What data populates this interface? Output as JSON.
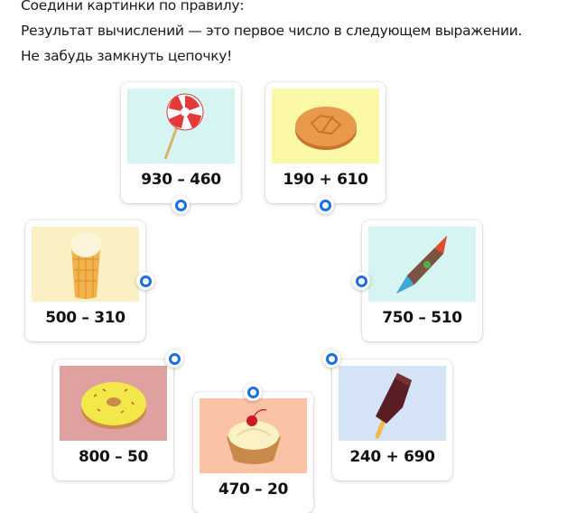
{
  "instructions": {
    "line1": "Соедини картинки по правилу:",
    "line2": "Результат вычислений — это первое число в следующем выражении.",
    "line3": "Не забудь замкнуть цепочку!"
  },
  "accent_color": "#1a6fe0",
  "cards": [
    {
      "id": "lollipop",
      "label": "930 – 460",
      "bg": "#d6f4f1",
      "icon": "lollipop-icon"
    },
    {
      "id": "cookie",
      "label": "190 + 610",
      "bg": "#fbf8a6",
      "icon": "cookie-icon"
    },
    {
      "id": "ice-cream-cone",
      "label": "500 – 310",
      "bg": "#fbf0c4",
      "icon": "ice-cream-cone-icon"
    },
    {
      "id": "candy",
      "label": "750 – 510",
      "bg": "#d6f4f1",
      "icon": "candy-icon"
    },
    {
      "id": "donut",
      "label": "800 – 50",
      "bg": "#dfa0a0",
      "icon": "donut-icon"
    },
    {
      "id": "tartlet",
      "label": "470 – 20",
      "bg": "#fbc3a6",
      "icon": "tartlet-icon"
    },
    {
      "id": "popsicle",
      "label": "240 + 690",
      "bg": "#d5e3f6",
      "icon": "popsicle-icon"
    }
  ]
}
